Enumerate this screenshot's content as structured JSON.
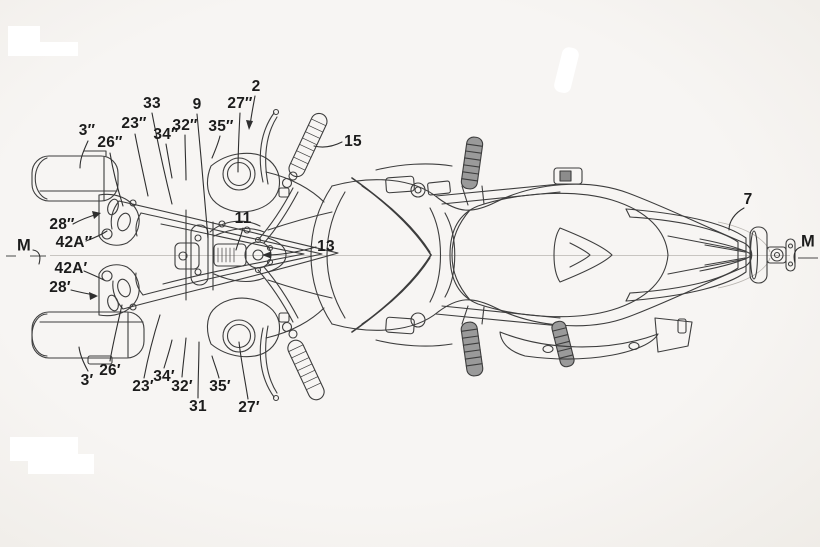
{
  "figure": {
    "figure_type": "patent line drawing, top plan view",
    "subject": "motorcycle with two front wheels",
    "background_color": "#f3f1ee",
    "line_color": "#3d3d3d",
    "label_color": "#1c1c1c",
    "centerline_mark": "M"
  },
  "labels": {
    "n3dp": "3″",
    "n26dp": "26″",
    "n23dp": "23″",
    "n33": "33",
    "n34dp": "34″",
    "n32dp": "32″",
    "n9": "9",
    "n35dp": "35″",
    "n27dp": "27″",
    "n2": "2",
    "n15": "15",
    "n11": "11",
    "n13": "13",
    "n28dp": "28″",
    "n42adp": "42A″",
    "m_left": "M",
    "n42ap": "42A′",
    "n28p": "28′",
    "n3p": "3′",
    "n26p": "26′",
    "n23p": "23′",
    "n34p": "34′",
    "n32p": "32′",
    "n31": "31",
    "n35p": "35′",
    "n27p": "27′",
    "n7": "7",
    "m_right": "M"
  }
}
